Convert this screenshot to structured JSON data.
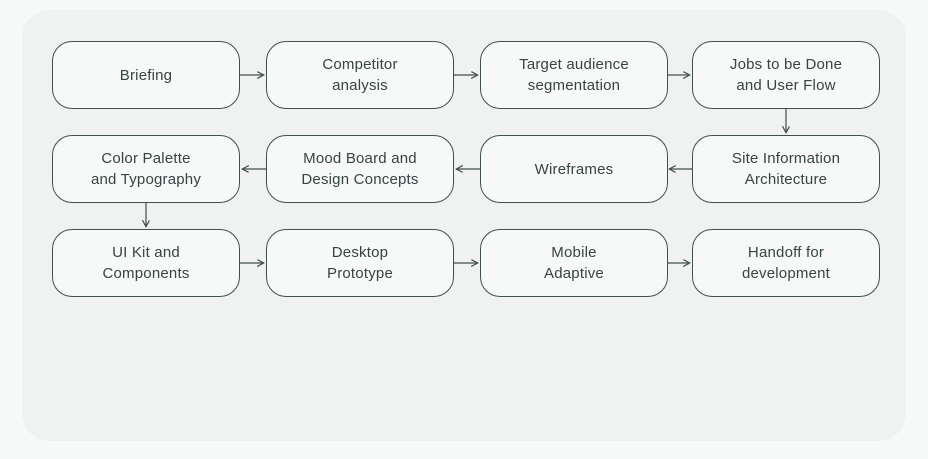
{
  "diagram": {
    "type": "flowchart",
    "nodes": [
      {
        "id": "briefing",
        "label": "Briefing"
      },
      {
        "id": "competitor-analysis",
        "label": "Competitor\nanalysis"
      },
      {
        "id": "target-audience-segmentation",
        "label": "Target audience\nsegmentation"
      },
      {
        "id": "jobs-to-be-done-user-flow",
        "label": "Jobs to be Done\nand User Flow"
      },
      {
        "id": "color-palette-typography",
        "label": "Color Palette\nand Typography"
      },
      {
        "id": "mood-board-design-concepts",
        "label": "Mood Board and\nDesign Concepts"
      },
      {
        "id": "wireframes",
        "label": "Wireframes"
      },
      {
        "id": "site-information-architecture",
        "label": "Site Information\nArchitecture"
      },
      {
        "id": "ui-kit-components",
        "label": "UI Kit and\nComponents"
      },
      {
        "id": "desktop-prototype",
        "label": "Desktop\nPrototype"
      },
      {
        "id": "mobile-adaptive",
        "label": "Mobile\nAdaptive"
      },
      {
        "id": "handoff-development",
        "label": "Handoff for\ndevelopment"
      }
    ],
    "edges": [
      {
        "from": "briefing",
        "to": "competitor-analysis"
      },
      {
        "from": "competitor-analysis",
        "to": "target-audience-segmentation"
      },
      {
        "from": "target-audience-segmentation",
        "to": "jobs-to-be-done-user-flow"
      },
      {
        "from": "jobs-to-be-done-user-flow",
        "to": "site-information-architecture"
      },
      {
        "from": "site-information-architecture",
        "to": "wireframes"
      },
      {
        "from": "wireframes",
        "to": "mood-board-design-concepts"
      },
      {
        "from": "mood-board-design-concepts",
        "to": "color-palette-typography"
      },
      {
        "from": "color-palette-typography",
        "to": "ui-kit-components"
      },
      {
        "from": "ui-kit-components",
        "to": "desktop-prototype"
      },
      {
        "from": "desktop-prototype",
        "to": "mobile-adaptive"
      },
      {
        "from": "mobile-adaptive",
        "to": "handoff-development"
      }
    ],
    "colors": {
      "page_bg": "#f8f9f9",
      "card_bg": "#f0f1f1",
      "node_bg": "#f7f8f8",
      "stroke": "#41504f",
      "text": "#364443"
    }
  }
}
